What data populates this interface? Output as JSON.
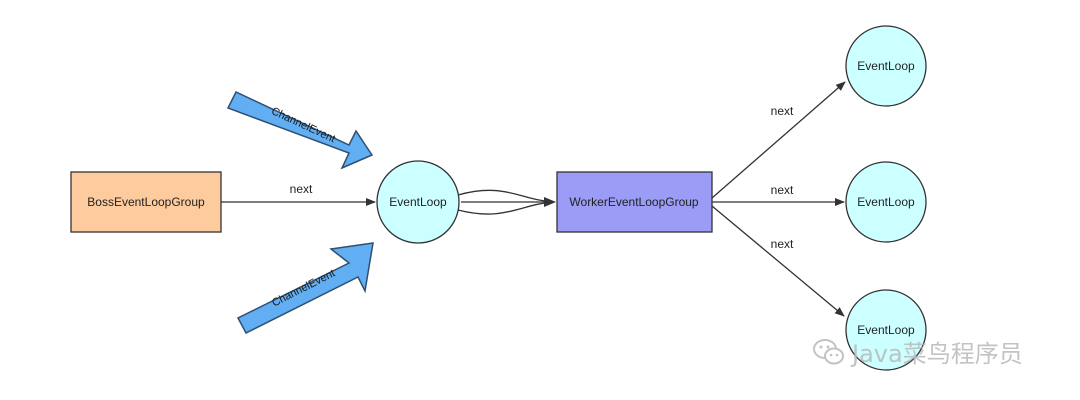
{
  "nodes": {
    "boss_group": "BossEventLoopGroup",
    "boss_loop": "EventLoop",
    "worker_group": "WorkerEventLoopGroup",
    "worker_loop_top": "EventLoop",
    "worker_loop_mid": "EventLoop",
    "worker_loop_bottom": "EventLoop"
  },
  "edges": {
    "boss_to_loop": "next",
    "worker_to_top": "next",
    "worker_to_mid": "next",
    "worker_to_bottom": "next"
  },
  "incoming_arrows": {
    "top": "ChannelEvent",
    "bottom": "ChannelEvent"
  },
  "watermark": {
    "text": "Java菜鸟程序员",
    "icon": "wechat-icon"
  },
  "colors": {
    "boss_fill": "#FDCB9E",
    "worker_fill": "#9A9CF5",
    "loop_fill": "#CCFFFF",
    "arrow_fill": "#61AEF2"
  }
}
